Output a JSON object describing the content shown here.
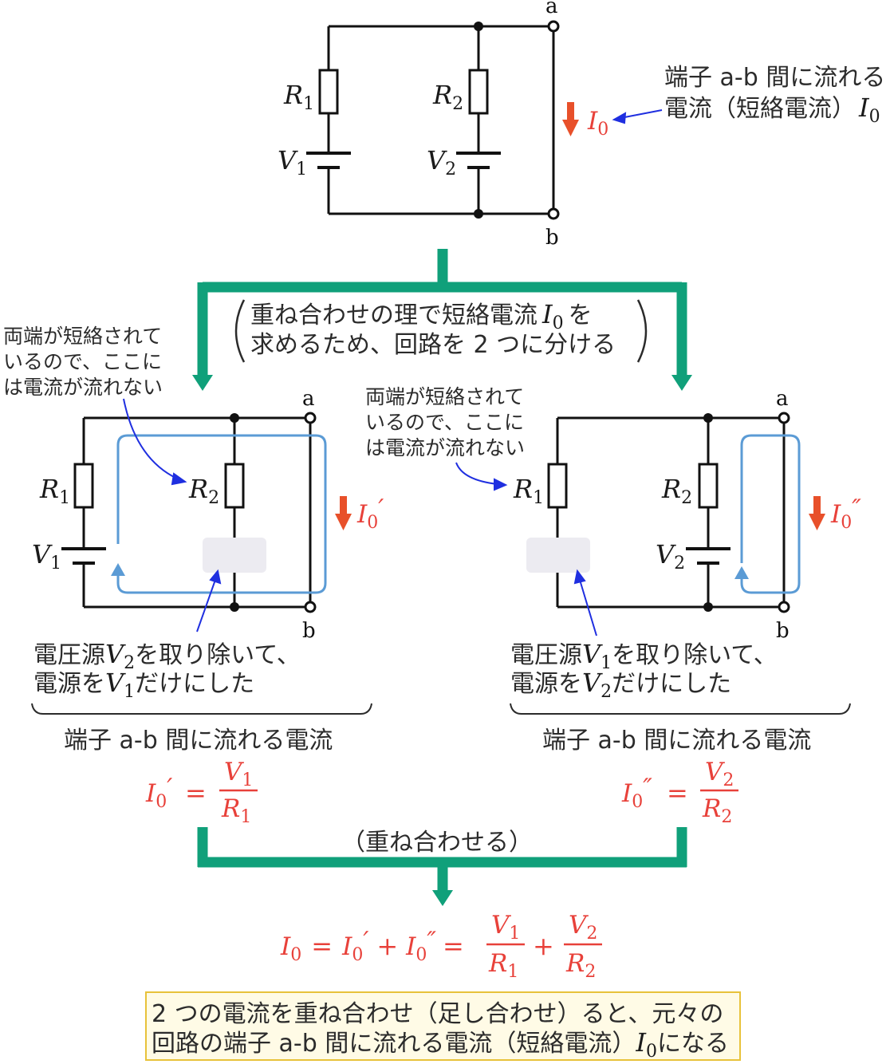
{
  "colors": {
    "wire": "#111111",
    "current_arrow": "#e8502a",
    "loop": "#5b9bd5",
    "pointer": "#1f2fe0",
    "flow_arrow": "#10a07a",
    "formula": "#e8413a",
    "note_border": "#e8c23a",
    "note_bg": "#fffbe6",
    "removed_source": "#ecebf1"
  },
  "terminals": {
    "a": "a",
    "b": "b"
  },
  "symbols": {
    "R": "R",
    "V": "V",
    "I": "I",
    "one": "1",
    "two": "2",
    "zero": "0",
    "prime": "′",
    "dprime": "″"
  },
  "top_circuit": {
    "callout_line1": "端子 a-b 間に流れる",
    "callout_line2": "電流（短絡電流）"
  },
  "split_text": {
    "line1": "重ね合わせの理で短絡電流",
    "line1_end": "を",
    "line2": "求めるため、回路を 2 つに分ける"
  },
  "left_note": {
    "line1": "両端が短絡されて",
    "line2": "いるので、ここに",
    "line3": "は電流が流れない"
  },
  "right_note": {
    "line1": "両端が短絡されて",
    "line2": "いるので、ここに",
    "line3": "は電流が流れない"
  },
  "left_caption": {
    "line1_pre": "電圧源",
    "line1_post": "を取り除いて、",
    "line2_pre": "電源を",
    "line2_post": "だけにした",
    "current_label": "端子 a-b 間に流れる電流"
  },
  "right_caption": {
    "line1_pre": "電圧源",
    "line1_post": "を取り除いて、",
    "line2_pre": "電源を",
    "line2_post": "だけにした",
    "current_label": "端子 a-b 間に流れる電流"
  },
  "merge_text": "（重ね合わせる）",
  "conclusion": {
    "line1": "2 つの電流を重ね合わせ（足し合わせ）ると、元々の",
    "line2_pre": "回路の端子 a-b 間に流れる電流（短絡電流）",
    "line2_post": "になる"
  }
}
